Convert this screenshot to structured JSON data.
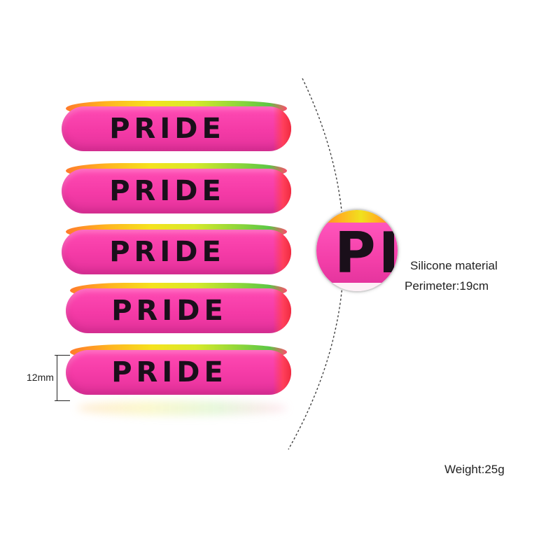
{
  "product": {
    "band_text": "PRIDE",
    "band_count": 5,
    "zoom_text": "PI"
  },
  "specs": {
    "width_label": "12mm",
    "material": "Silicone material",
    "perimeter": "Perimeter:19cm",
    "weight": "Weight:25g"
  },
  "colors": {
    "band_pink": "#f43aa6",
    "band_text": "#1a0f1a",
    "rainbow": [
      "#ff7a2a",
      "#ffb320",
      "#f5e21e",
      "#d7e92a",
      "#8ed63a",
      "#ff4a6b"
    ]
  }
}
